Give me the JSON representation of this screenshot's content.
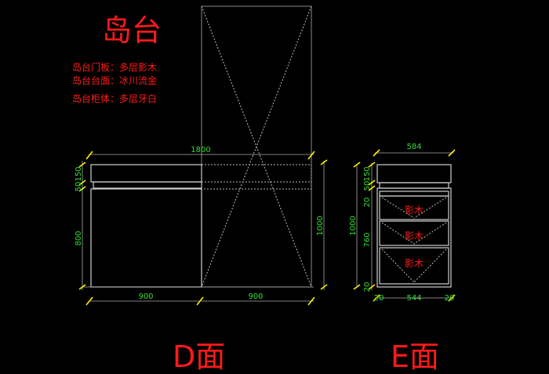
{
  "title": "岛台",
  "notes": [
    "岛台门板：多层影木",
    "岛台台面：冰川流金",
    "岛台柜体：多层牙白"
  ],
  "d_face": {
    "label": "D面",
    "dims": {
      "top": "1800",
      "left_top": "150",
      "left_mid": "50",
      "left_bottom": "800",
      "right": "1000",
      "bottom_left": "900",
      "bottom_right": "900"
    }
  },
  "e_face": {
    "label": "E面",
    "drawer_labels": [
      "影木",
      "影木",
      "影木"
    ],
    "dims": {
      "top": "584",
      "left_top": "150",
      "left_mid": "50",
      "left_gap": "20",
      "left_body": "760",
      "left_bottom": "20",
      "left_total": "1000",
      "bottom_left": "20",
      "bottom_mid": "544",
      "bottom_right": "20"
    }
  },
  "colors": {
    "background": "#000000",
    "text": "#ff1a1a",
    "dimension": "#33dd33",
    "tick": "#ffee00"
  }
}
